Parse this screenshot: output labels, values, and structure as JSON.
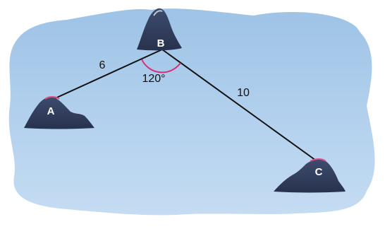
{
  "diagram": {
    "points": {
      "a": "A",
      "b": "B",
      "c": "C"
    },
    "lengths": {
      "ab": "6",
      "bc": "10"
    },
    "angle_b": "120°"
  },
  "colors": {
    "background_blob": "#a9cbe9",
    "mountain": "#2f3d5c",
    "line": "#111111",
    "angle_arc": "#d62f78"
  }
}
